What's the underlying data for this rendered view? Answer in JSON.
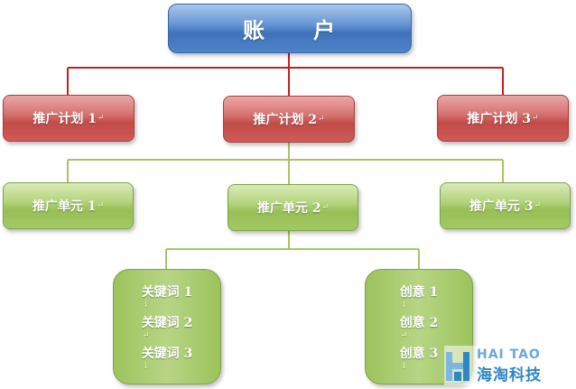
{
  "root": {
    "part1": "账",
    "part2": "户"
  },
  "plans": [
    {
      "label": "推广计划 1",
      "mark": "↵"
    },
    {
      "label": "推广计划 2",
      "mark": "↵"
    },
    {
      "label": "推广计划 3",
      "mark": "↵"
    }
  ],
  "units": [
    {
      "label": "推广单元 1",
      "mark": "↵"
    },
    {
      "label": "推广单元 2",
      "mark": "↵"
    },
    {
      "label": "推广单元 3",
      "mark": "↵"
    }
  ],
  "keywords": [
    {
      "label": "关键词 1",
      "mark": "↓"
    },
    {
      "label": "关键词 2",
      "mark": "↵"
    },
    {
      "label": "关键词 3",
      "mark": "↓"
    }
  ],
  "creatives": [
    {
      "label": "创意 1",
      "mark": "↓"
    },
    {
      "label": "创意 2",
      "mark": "↵"
    },
    {
      "label": "创意 3",
      "mark": "↓"
    }
  ],
  "watermark": {
    "top": "HAI TAO",
    "bottom": "海淘科技"
  },
  "colors": {
    "plan_line": "#c0211f",
    "unit_line": "#a5c760",
    "root_fill": "#4f83c8",
    "plan_fill": "#cd5b58",
    "unit_fill": "#a3c965"
  }
}
